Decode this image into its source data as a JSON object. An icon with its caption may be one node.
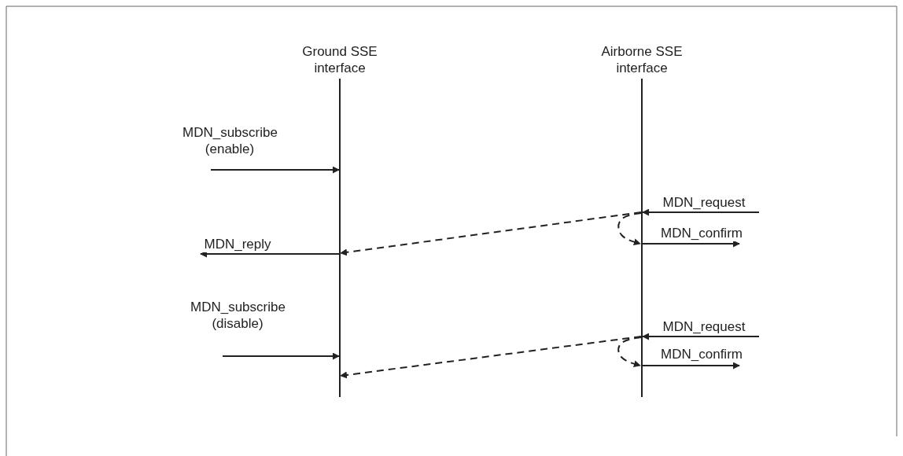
{
  "diagram": {
    "nodes": [
      {
        "text": [
          "Ground SSE interface"
        ]
      },
      {
        "text": [
          "Airborne SSE interface"
        ]
      }
    ],
    "edges": [
      {
        "from": null,
        "to": 0,
        "arrow": "to",
        "label": "MDN_subscribe (enable)"
      },
      {
        "from": null,
        "to": 1,
        "arrow": "to",
        "label": "MDN_request"
      },
      {
        "from": 1,
        "to": 0,
        "arrow": "to",
        "style": "dashed"
      },
      {
        "from": 1,
        "to": 1,
        "arrow": "to",
        "style": "dashed"
      },
      {
        "from": 0,
        "to": null,
        "arrow": "to",
        "label": "MDN_reply"
      },
      {
        "from": 1,
        "to": null,
        "arrow": "to",
        "label": "MDN_confirm"
      },
      {
        "from": null,
        "to": 0,
        "arrow": "to",
        "label": "MDN_subscribe (disable)"
      },
      {
        "from": null,
        "to": 1,
        "arrow": "to",
        "label": "MDN_request"
      },
      {
        "from": 1,
        "to": 0,
        "arrow": "to",
        "style": "dashed"
      },
      {
        "from": 1,
        "to": 1,
        "arrow": "to",
        "style": "dashed"
      },
      {
        "from": 1,
        "to": null,
        "arrow": "to",
        "label": "MDN_confirm"
      }
    ]
  }
}
